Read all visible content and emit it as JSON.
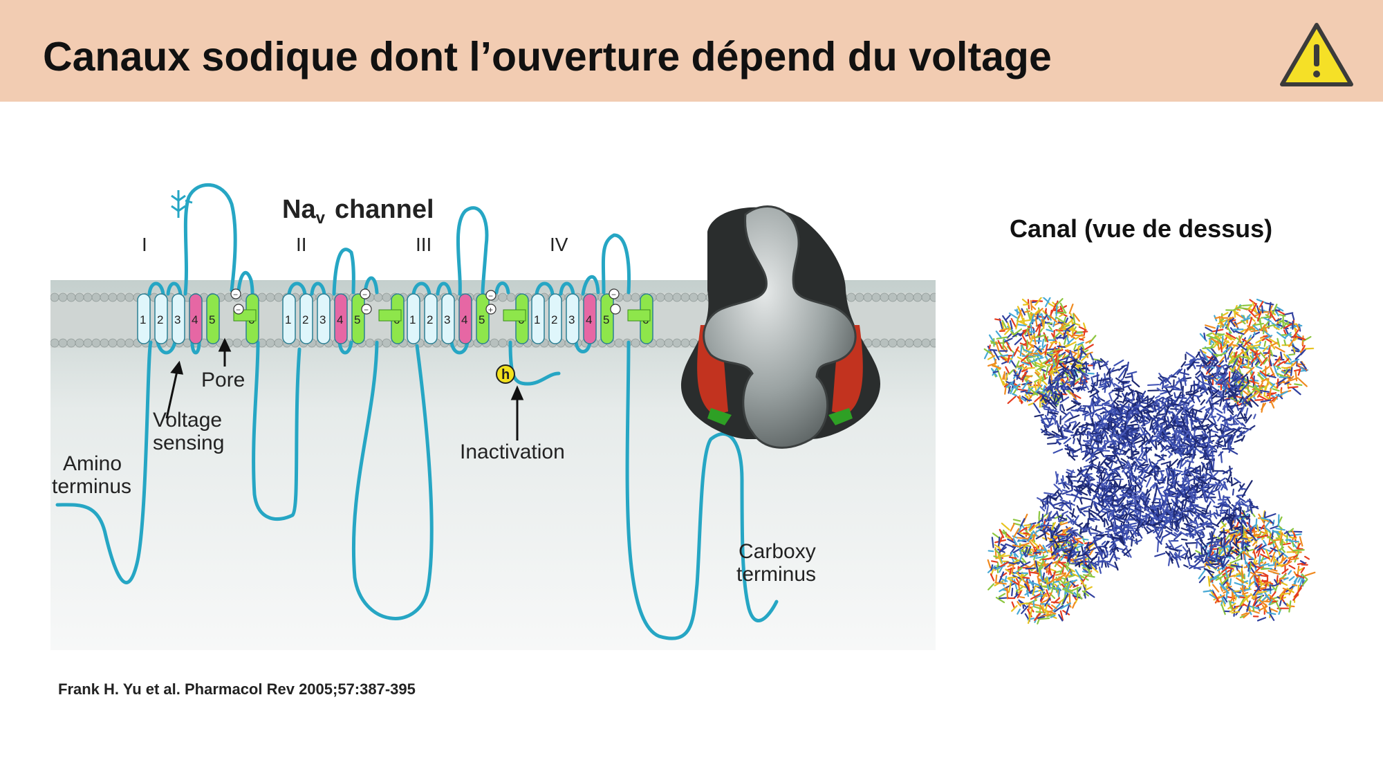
{
  "slide": {
    "title": "Canaux sodique dont l’ouverture dépend du voltage",
    "citation": "Frank H. Yu et al. Pharmacol Rev 2005;57:387-395"
  },
  "figure": {
    "channel_name": "Na",
    "channel_subscript": "v",
    "channel_suffix": "channel",
    "domains": [
      "I",
      "II",
      "III",
      "IV"
    ],
    "segments": [
      "1",
      "2",
      "3",
      "4",
      "5",
      "6"
    ],
    "labels": {
      "pore": "Pore",
      "voltage_1": "Voltage",
      "voltage_2": "sensing",
      "amino_1": "Amino",
      "amino_2": "terminus",
      "inactivation": "Inactivation",
      "carboxy_1": "Carboxy",
      "carboxy_2": "terminus",
      "h_particle": "h"
    }
  },
  "right_panel": {
    "title": "Canal (vue de dessus)"
  },
  "colors": {
    "header_bg": "#f2ccb2",
    "warning_fill": "#f5e027",
    "loop_line": "#26a6c4",
    "helix_cyan": "#dff6fb",
    "helix_pink": "#e667a4",
    "helix_green": "#8ee64b",
    "molecule_blue": "#2b3a8e"
  }
}
